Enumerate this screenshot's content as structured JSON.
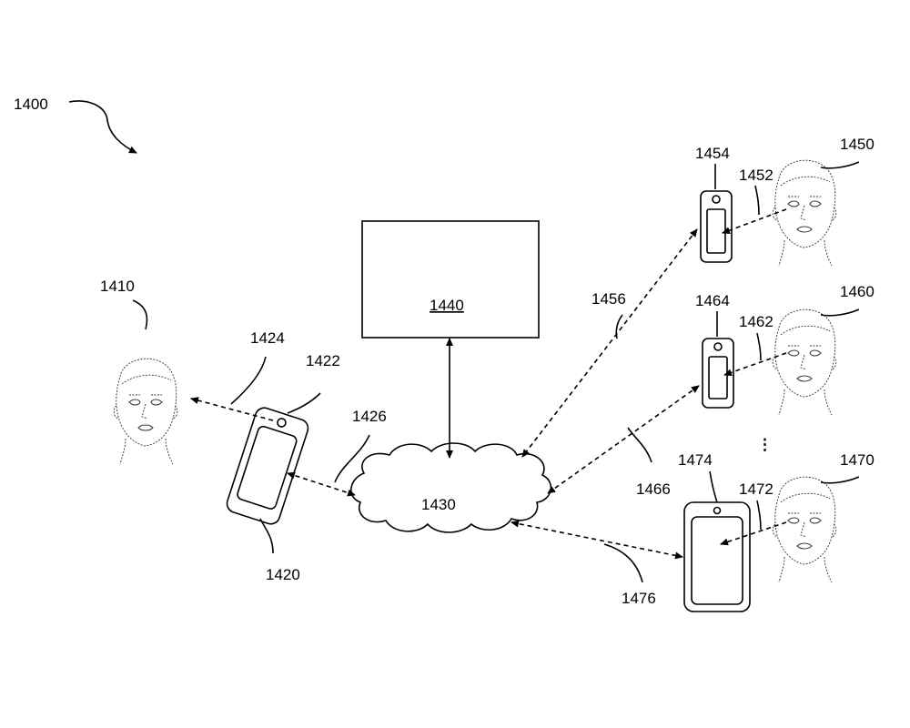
{
  "figure_label": "1400",
  "server": {
    "ref": "1440"
  },
  "network": {
    "ref": "1430"
  },
  "user_main": {
    "ref": "1410"
  },
  "device_main": {
    "ref": "1420",
    "camera_ref": "1422",
    "capture_link_ref": "1424",
    "network_link_ref": "1426"
  },
  "user_1450": {
    "ref": "1450",
    "capture_link_ref": "1452",
    "device_ref": "1454",
    "network_link_ref": "1456"
  },
  "user_1460": {
    "ref": "1460",
    "capture_link_ref": "1462",
    "device_ref": "1464",
    "network_link_ref": "1466"
  },
  "user_1470": {
    "ref": "1470",
    "capture_link_ref": "1472",
    "device_ref": "1474",
    "network_link_ref": "1476"
  },
  "ellipsis": "⋮"
}
